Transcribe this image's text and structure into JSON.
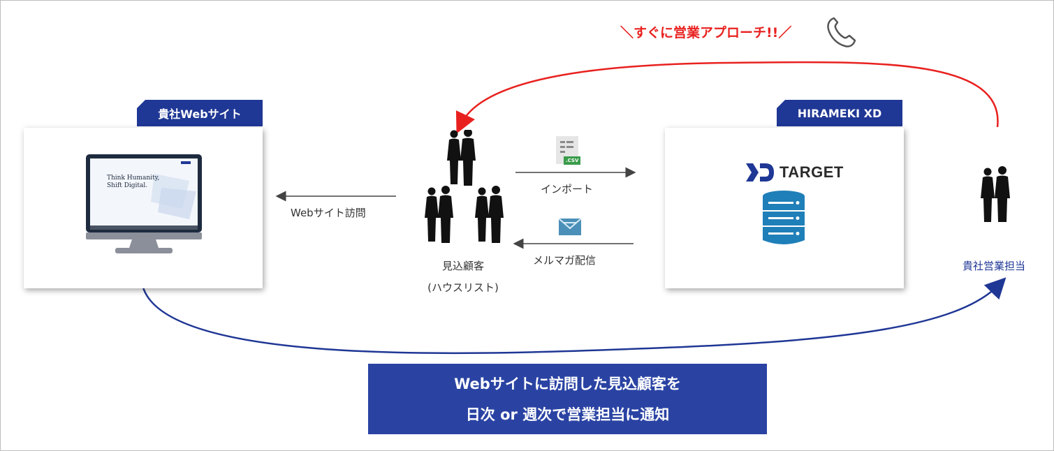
{
  "approach_text": "＼すぐに営業アプローチ!!／",
  "website": {
    "tab_label": "貴社Webサイト",
    "screen_headline_1": "Think Humanity,",
    "screen_headline_2": "Shift Digital."
  },
  "hiramekixd": {
    "tab_label": "HIRAMEKI XD",
    "logo_text": "TARGET"
  },
  "prospects": {
    "label_line1": "見込顧客",
    "label_line2": "(ハウスリスト)"
  },
  "arrows": {
    "visit_label": "Webサイト訪問",
    "import_label": "インポート",
    "newsletter_label": "メルマガ配信",
    "csv_badge": ".CSV"
  },
  "sales": {
    "label": "貴社営業担当"
  },
  "callout": {
    "line1": "Webサイトに訪問した見込顧客を",
    "line2": "日次 or 週次で営業担当に通知"
  },
  "colors": {
    "navy": "#1f3795",
    "callout_blue": "#2a43a3",
    "red": "#e8211f",
    "db_blue": "#1f7fb8",
    "csv_green": "#3a9c4a"
  }
}
